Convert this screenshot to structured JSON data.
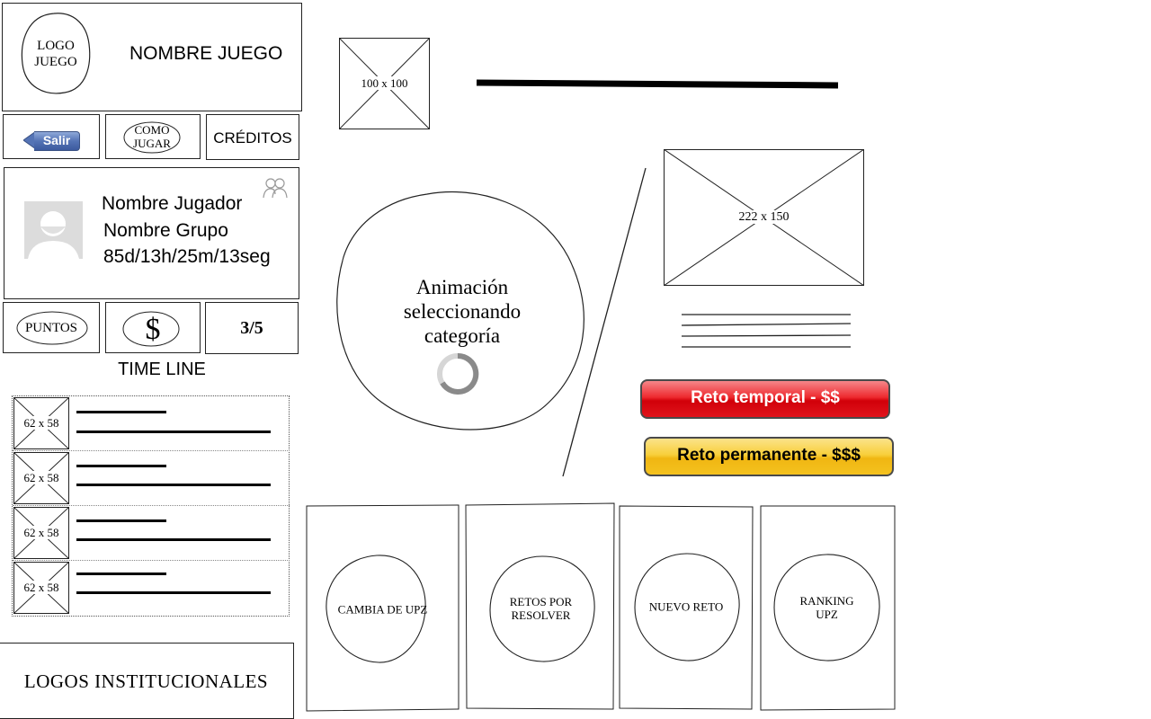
{
  "header": {
    "logo_text": "LOGO JUEGO",
    "game_name": "NOMBRE JUEGO"
  },
  "nav": {
    "exit_label": "Salir",
    "how_to_play_label": "COMO JUGAR",
    "credits_label": "CRÉDITOS"
  },
  "player": {
    "name": "Nombre Jugador",
    "group": "Nombre Grupo",
    "time": "85d/13h/25m/13seg",
    "avatar_icon": "user-avatar-icon",
    "group_icon": "group-users-icon"
  },
  "stats": {
    "points_label": "PUNTOS",
    "money_symbol": "$",
    "progress": "3/5"
  },
  "timeline": {
    "title": "TIME LINE",
    "items": [
      {
        "thumb": "62 x 58"
      },
      {
        "thumb": "62 x 58"
      },
      {
        "thumb": "62 x 58"
      },
      {
        "thumb": "62 x 58"
      }
    ]
  },
  "footer": {
    "institutional_logos": "LOGOS INSTITUCIONALES"
  },
  "main": {
    "top_image": "100 x 100",
    "animation_text": "Animación seleccionando categoría",
    "challenge_image": "222 x 150",
    "temporary_challenge_label": "Reto temporal - $$",
    "permanent_challenge_label": "Reto permanente - $$$",
    "red_color": "#e0141b",
    "yellow_color": "#f4c21f"
  },
  "cards": [
    {
      "label": "CAMBIA DE UPZ"
    },
    {
      "label": "RETOS POR RESOLVER"
    },
    {
      "label": "NUEVO RETO"
    },
    {
      "label": "RANKING UPZ"
    }
  ]
}
